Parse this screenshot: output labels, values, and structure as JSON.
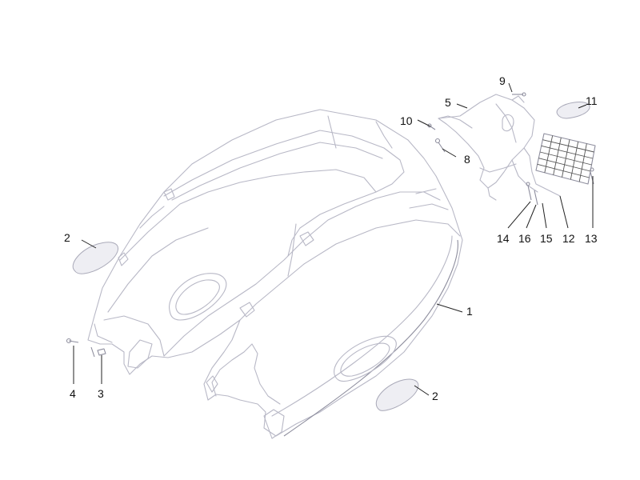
{
  "callouts": [
    {
      "id": "c1",
      "text": "1"
    },
    {
      "id": "c2a",
      "text": "2"
    },
    {
      "id": "c2b",
      "text": "2"
    },
    {
      "id": "c3",
      "text": "3"
    },
    {
      "id": "c4",
      "text": "4"
    },
    {
      "id": "c5",
      "text": "5"
    },
    {
      "id": "c8",
      "text": "8"
    },
    {
      "id": "c9",
      "text": "9"
    },
    {
      "id": "c10",
      "text": "10"
    },
    {
      "id": "c11",
      "text": "11"
    },
    {
      "id": "c12",
      "text": "12"
    },
    {
      "id": "c13",
      "text": "13"
    },
    {
      "id": "c14",
      "text": "14"
    },
    {
      "id": "c15",
      "text": "15"
    },
    {
      "id": "c16",
      "text": "16"
    }
  ],
  "colors": {
    "line_art": "#b8b8c6",
    "callout_text": "#111111"
  }
}
